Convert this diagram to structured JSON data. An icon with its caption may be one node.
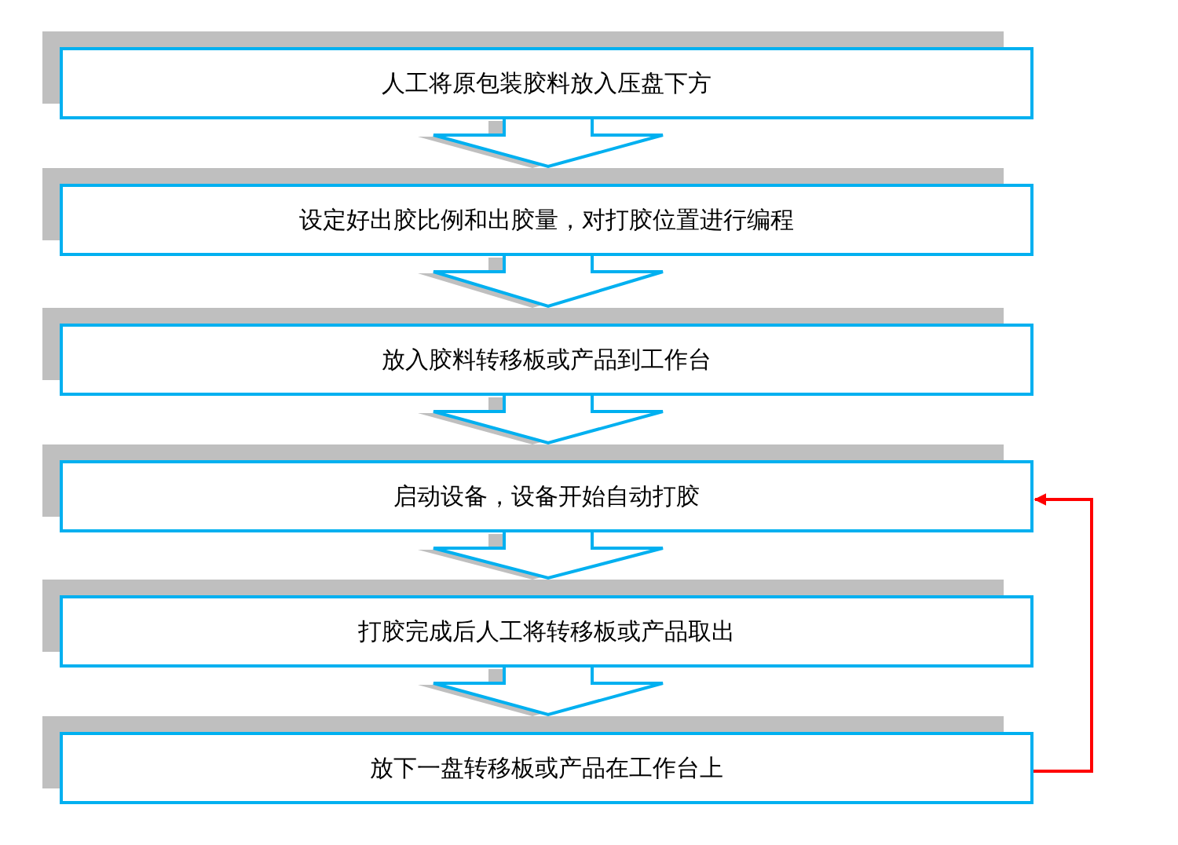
{
  "diagram": {
    "nodes": [
      {
        "text": [
          "人工将原包装胶料放入压盘下方"
        ]
      },
      {
        "text": [
          "设定好出胶比例和出胶量，对打胶位置进行编程"
        ]
      },
      {
        "text": [
          "放入胶料转移板或产品到工作台"
        ]
      },
      {
        "text": [
          "启动设备，设备开始自动打胶"
        ]
      },
      {
        "text": [
          "打胶完成后人工将转移板或产品取出"
        ]
      },
      {
        "text": [
          "放下一盘转移板或产品在工作台上"
        ]
      }
    ],
    "edges": [
      {
        "from": 0,
        "to": 1,
        "arrow": "to"
      },
      {
        "from": 1,
        "to": 2,
        "arrow": "to"
      },
      {
        "from": 2,
        "to": 3,
        "arrow": "to"
      },
      {
        "from": 3,
        "to": 4,
        "arrow": "to"
      },
      {
        "from": 4,
        "to": 5,
        "arrow": "to"
      },
      {
        "from": 5,
        "to": 3,
        "arrow": "to",
        "color": "#ff0000"
      }
    ]
  }
}
